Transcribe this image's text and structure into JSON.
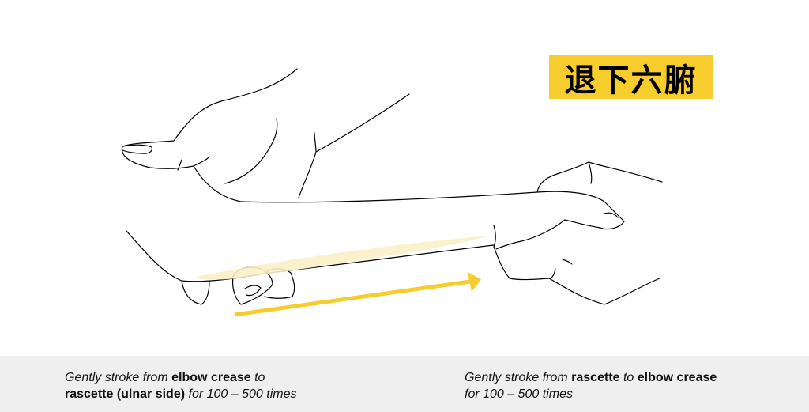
{
  "title": "退下六腑",
  "colors": {
    "accent": "#f6cd2c",
    "highlight": "#fbf0c6",
    "footer_bg": "#efefef"
  },
  "captions": [
    {
      "p1": "Gently stroke from ",
      "b1": "elbow crease",
      "p2": " to",
      "b2": "rascette (ulnar side)",
      "p3": " for 100 – 500 times"
    },
    {
      "p1": "Gently stroke from ",
      "b1": "rascette",
      "p2": " to ",
      "b2": "elbow crease",
      "p3": "for 100 – 500 times"
    }
  ]
}
